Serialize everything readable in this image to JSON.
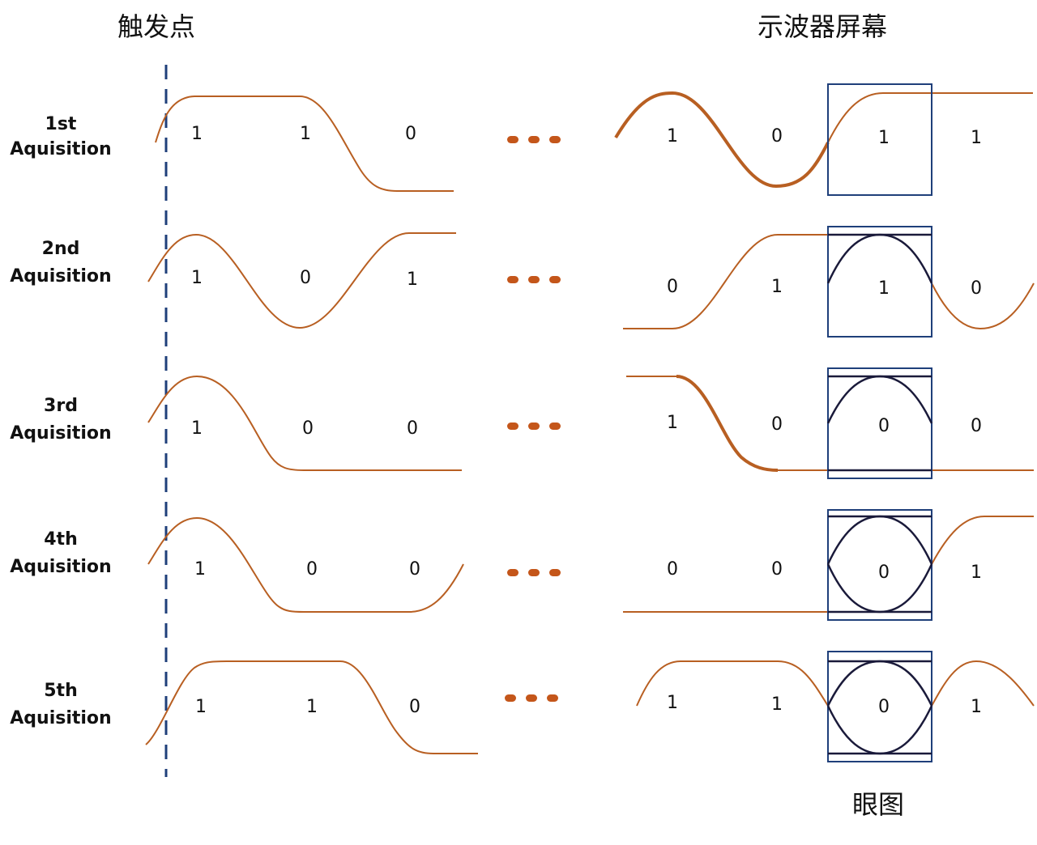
{
  "titles": {
    "trigger_point": "触发点",
    "scope_screen": "示波器屏幕",
    "eye_diagram": "眼图"
  },
  "rows": [
    {
      "label_line1": "1st",
      "label_line2": "Aquisition",
      "left_bits": [
        "1",
        "1",
        "0"
      ],
      "right_bits": [
        "1",
        "0",
        "1",
        "1"
      ]
    },
    {
      "label_line1": "2nd",
      "label_line2": "Aquisition",
      "left_bits": [
        "1",
        "0",
        "1"
      ],
      "right_bits": [
        "0",
        "1",
        "1",
        "0"
      ]
    },
    {
      "label_line1": "3rd",
      "label_line2": "Aquisition",
      "left_bits": [
        "1",
        "0",
        "0"
      ],
      "right_bits": [
        "1",
        "0",
        "0",
        "0"
      ]
    },
    {
      "label_line1": "4th",
      "label_line2": "Aquisition",
      "left_bits": [
        "1",
        "0",
        "0"
      ],
      "right_bits": [
        "0",
        "0",
        "0",
        "1"
      ]
    },
    {
      "label_line1": "5th",
      "label_line2": "Aquisition",
      "left_bits": [
        "1",
        "1",
        "0"
      ],
      "right_bits": [
        "1",
        "1",
        "0",
        "1"
      ]
    }
  ],
  "colors": {
    "waveform": "#b85f22",
    "eye_box": "#1f3f7a",
    "trigger": "#1f3f7a",
    "ellipsis_dots": "#c4561a"
  }
}
